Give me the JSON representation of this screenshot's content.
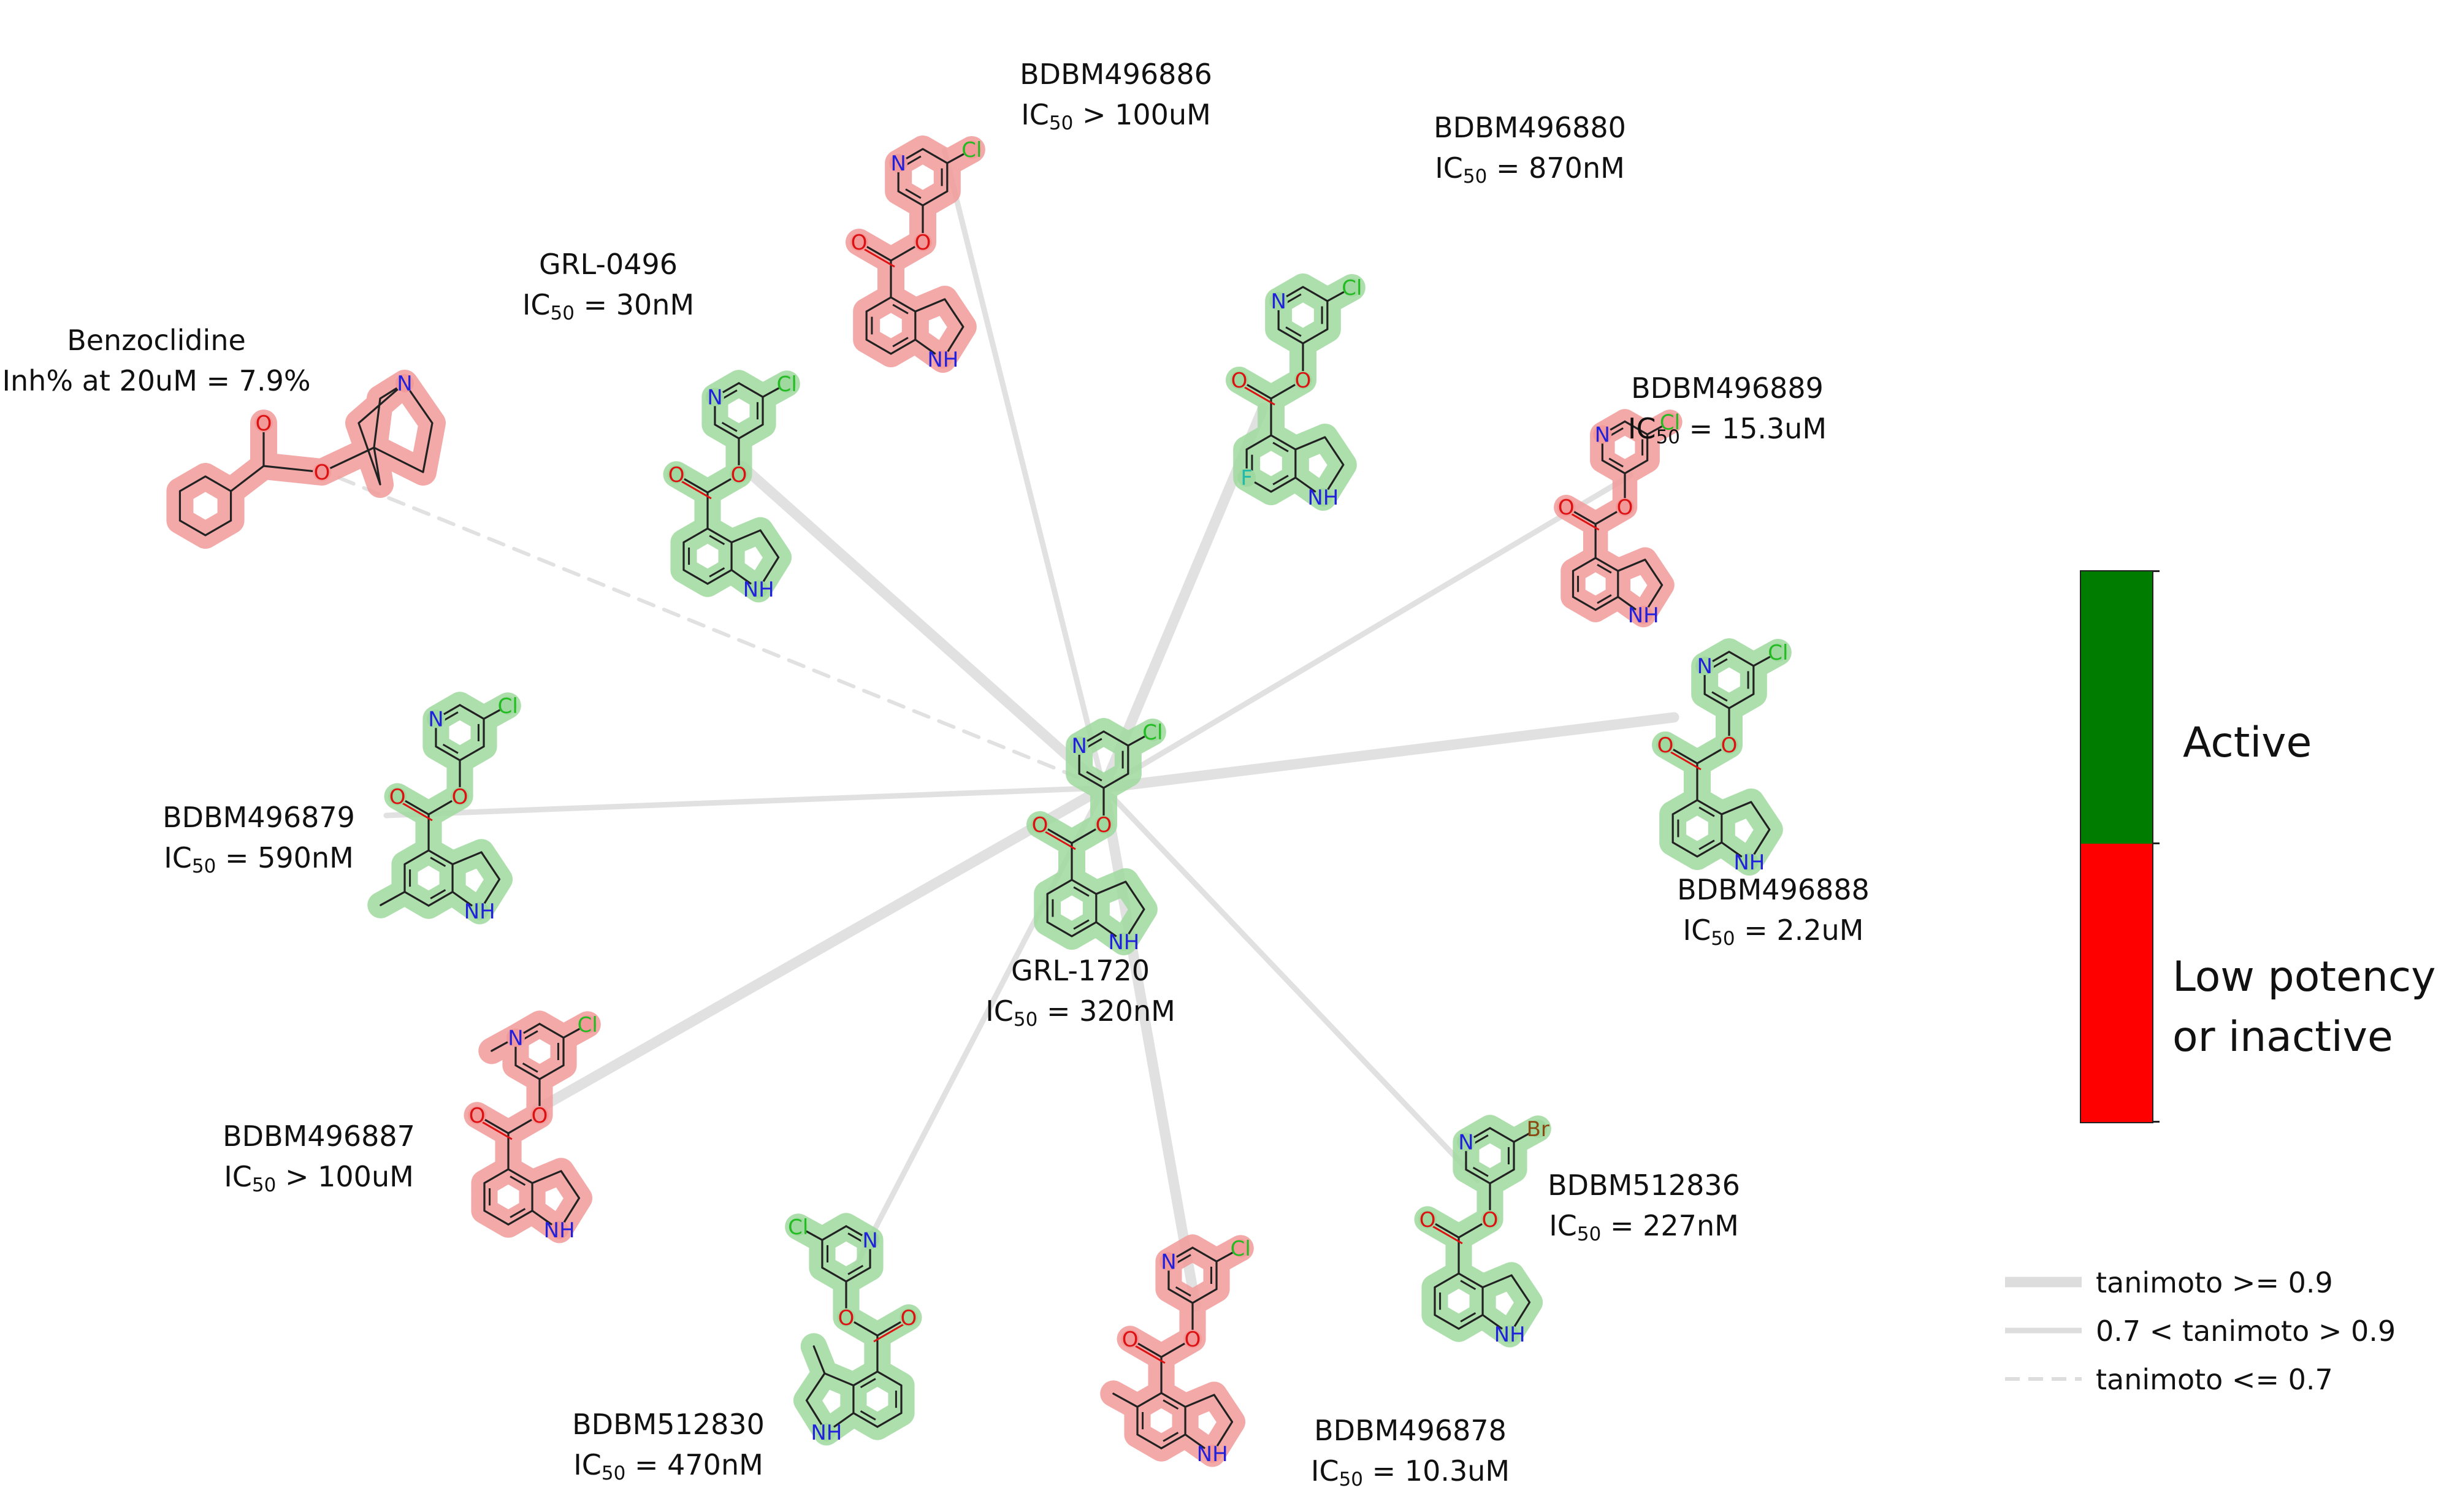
{
  "compounds": [
    {
      "id": "grl1720",
      "name": "GRL-1720",
      "prefix": "IC",
      "sub": "50",
      "value": " = 320nM",
      "activity": "active",
      "hub": true,
      "label": "center"
    },
    {
      "id": "b496886",
      "name": "BDBM496886",
      "prefix": "IC",
      "sub": "50",
      "value": " > 100uM",
      "activity": "low",
      "label": "right",
      "link": "medium"
    },
    {
      "id": "b496880",
      "name": "BDBM496880",
      "prefix": "IC",
      "sub": "50",
      "value": " = 870nM",
      "activity": "active",
      "label": "right",
      "link": "high",
      "fluoro": true
    },
    {
      "id": "b496889",
      "name": "BDBM496889",
      "prefix": "IC",
      "sub": "50",
      "value": " = 15.3uM",
      "activity": "low",
      "label": "right",
      "link": "medium"
    },
    {
      "id": "b496888",
      "name": "BDBM496888",
      "prefix": "IC",
      "sub": "50",
      "value": " = 2.2uM",
      "activity": "active",
      "label": "below",
      "link": "high"
    },
    {
      "id": "b512836",
      "name": "BDBM512836",
      "prefix": "IC",
      "sub": "50",
      "value": " = 227nM",
      "activity": "active",
      "label": "right",
      "link": "medium",
      "halogen": "Br"
    },
    {
      "id": "b496878",
      "name": "BDBM496878",
      "prefix": "IC",
      "sub": "50",
      "value": " = 10.3uM",
      "activity": "low",
      "label": "right",
      "link": "high"
    },
    {
      "id": "b512830",
      "name": "BDBM512830",
      "prefix": "IC",
      "sub": "50",
      "value": " = 470nM",
      "activity": "active",
      "label": "left",
      "link": "medium"
    },
    {
      "id": "b496887",
      "name": "BDBM496887",
      "prefix": "IC",
      "sub": "50",
      "value": " > 100uM",
      "activity": "low",
      "label": "left",
      "link": "high"
    },
    {
      "id": "b496879",
      "name": "BDBM496879",
      "prefix": "IC",
      "sub": "50",
      "value": " = 590nM",
      "activity": "active",
      "label": "left",
      "link": "medium"
    },
    {
      "id": "grl0496",
      "name": "GRL-0496",
      "prefix": "IC",
      "sub": "50",
      "value": " = 30nM",
      "activity": "active",
      "label": "above",
      "link": "high"
    },
    {
      "id": "benzoclidine",
      "name": "Benzoclidine",
      "prefix": "Inh% at 20uM",
      "sub": "",
      "value": " = 7.9%",
      "activity": "low",
      "label": "above",
      "link": "low"
    }
  ],
  "atoms": {
    "N": "N",
    "NH": "NH",
    "H": "H",
    "O": "O",
    "Cl": "Cl",
    "Br": "Br",
    "F": "F"
  },
  "legend": {
    "items": [
      {
        "style": "high",
        "label": "tanimoto >= 0.9"
      },
      {
        "style": "medium",
        "label": "0.7 < tanimoto > 0.9"
      },
      {
        "style": "low",
        "label": "tanimoto <= 0.7"
      }
    ]
  },
  "colorbar": {
    "active_label": "Active",
    "low_label_1": "Low potency",
    "low_label_2": "or inactive"
  },
  "colors": {
    "active": "#007d00",
    "low": "#ff0000",
    "active_glow": "#9fd99f",
    "low_glow": "#f29a9a",
    "edge": "#e1e1e1",
    "bond": "#222222",
    "nitrogen": "#2020dd",
    "oxygen": "#dd1111",
    "chlorine": "#22bb22",
    "bromine": "#8a4a12",
    "fluorine": "#22bbaa"
  }
}
